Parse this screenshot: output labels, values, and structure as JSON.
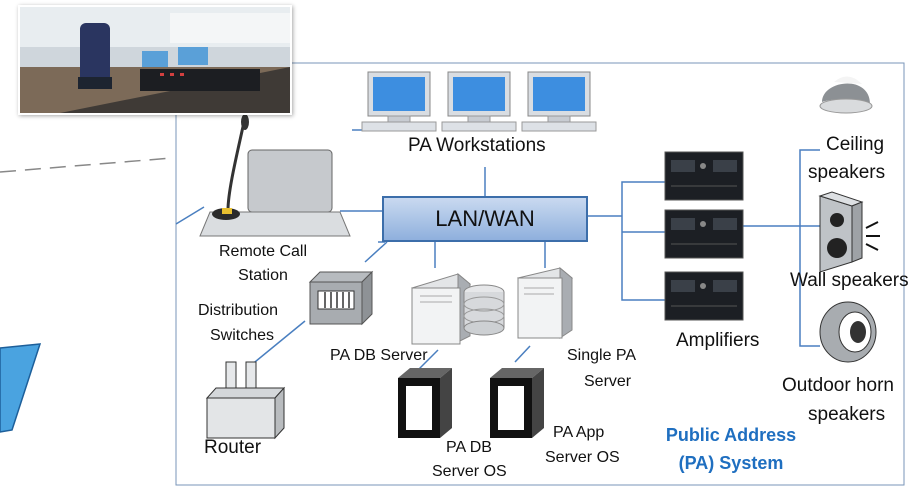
{
  "diagram": {
    "hub": "LAN/WAN",
    "nodes": {
      "workstations": "PA Workstations",
      "remote_call_line1": "Remote Call",
      "remote_call_line2": "Station",
      "distribution_line1": "Distribution",
      "distribution_line2": "Switches",
      "router": "Router",
      "db_server": "PA DB Server",
      "single_pa_line1": "Single PA",
      "single_pa_line2": "Server",
      "db_os_line1": "PA DB",
      "db_os_line2": "Server OS",
      "app_os_line1": "PA App",
      "app_os_line2": "Server OS",
      "amplifiers": "Amplifiers",
      "ceiling_line1": "Ceiling",
      "ceiling_line2": "speakers",
      "wall": "Wall speakers",
      "outdoor_line1": "Outdoor horn",
      "outdoor_line2": "speakers"
    },
    "caption_line1": "Public Address",
    "caption_line2": "(PA) System"
  },
  "colors": {
    "frame": "#7a96b8",
    "link": "#4a7fc0",
    "hub_border": "#3c6eaa",
    "caption": "#1f6fc0",
    "arrow_fill": "#4aa3e0"
  }
}
